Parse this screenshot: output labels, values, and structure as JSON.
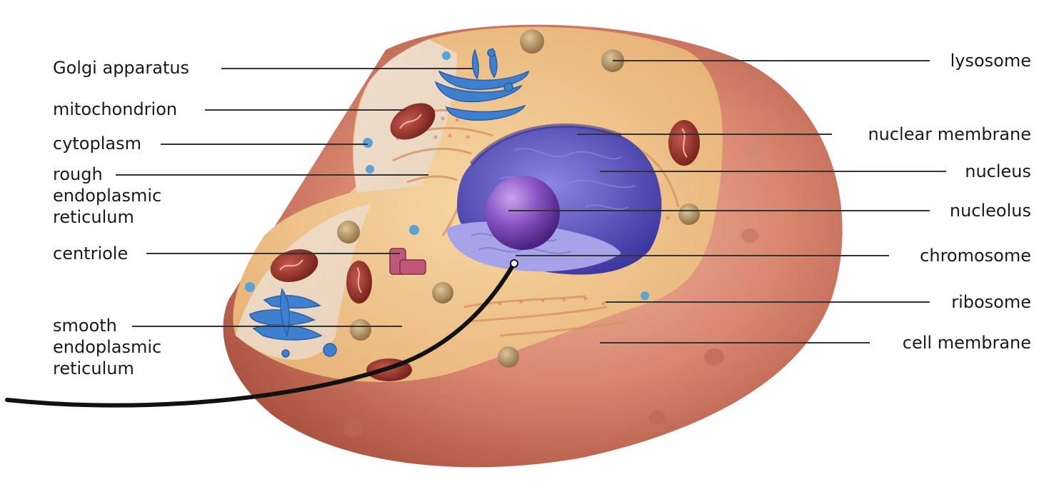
{
  "diagram": {
    "labels_left": [
      {
        "id": "golgi",
        "text": "Golgi apparatus"
      },
      {
        "id": "mitochondrion",
        "text": "mitochondrion"
      },
      {
        "id": "cytoplasm",
        "text": "cytoplasm"
      },
      {
        "id": "rough-er",
        "lines": [
          "rough",
          "endoplasmic",
          "reticulum"
        ]
      },
      {
        "id": "centriole",
        "text": "centriole"
      },
      {
        "id": "smooth-er",
        "lines": [
          "smooth",
          "endoplasmic",
          "reticulum"
        ]
      }
    ],
    "labels_right": [
      {
        "id": "lysosome",
        "text": "lysosome"
      },
      {
        "id": "nuclear-membrane",
        "text": "nuclear membrane"
      },
      {
        "id": "nucleus",
        "text": "nucleus"
      },
      {
        "id": "nucleolus",
        "text": "nucleolus"
      },
      {
        "id": "chromosome",
        "text": "chromosome"
      },
      {
        "id": "ribosome",
        "text": "ribosome"
      },
      {
        "id": "cell-membrane",
        "text": "cell membrane"
      }
    ],
    "colors": {
      "cell_outer": "#c9715e",
      "cell_highlight": "#e7a892",
      "cytoplasm": "#f1c98c",
      "nucleus": "#5b54b8",
      "nucleolus": "#7a4bb4",
      "golgi": "#3f7fd0",
      "mitochondrion": "#8e2a24",
      "leader_line": "#222222"
    }
  }
}
